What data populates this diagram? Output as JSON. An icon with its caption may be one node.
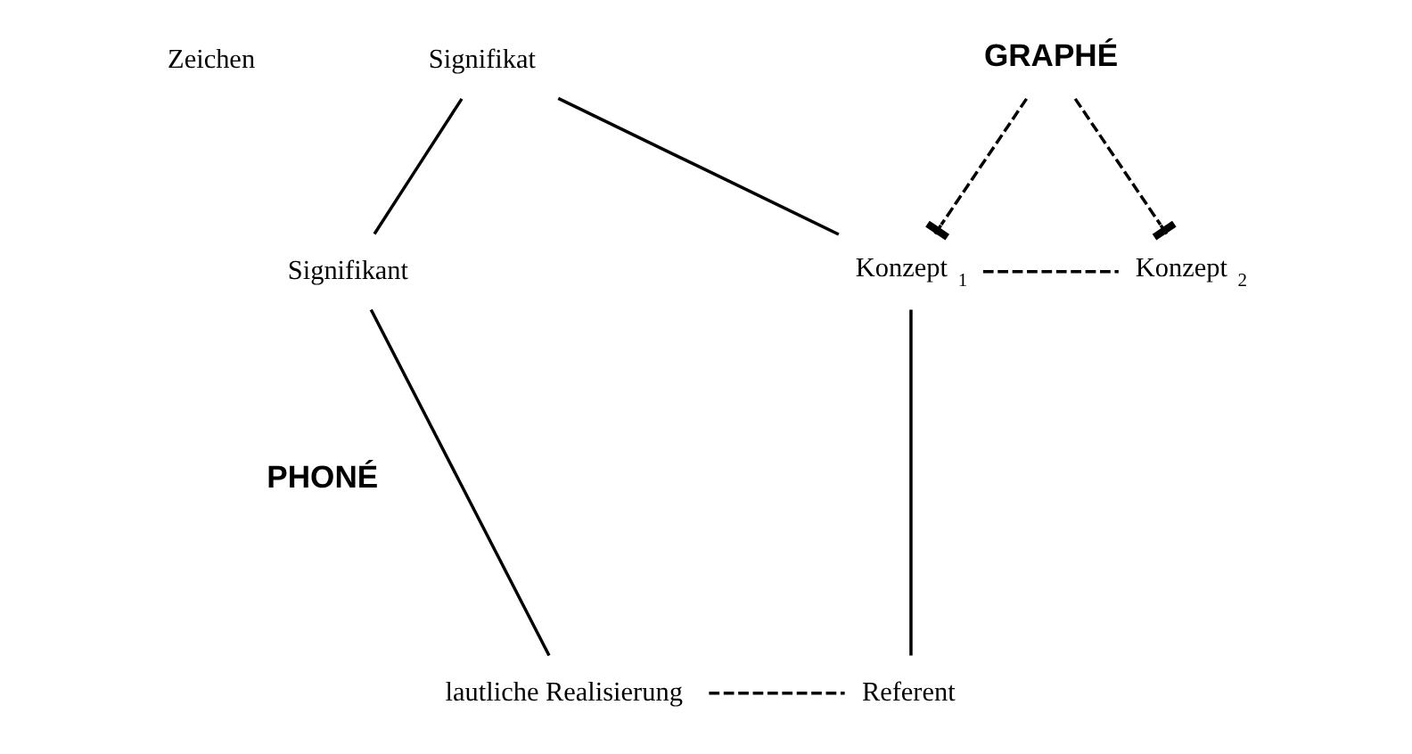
{
  "diagram": {
    "nodes": [
      {
        "text": [
          "Signifikat"
        ]
      },
      {
        "text": [
          "GRAPHÉ"
        ]
      },
      {
        "text": [
          "Signifikant"
        ]
      },
      {
        "text": [
          "Konzept $_{1}$"
        ]
      },
      {
        "text": [
          "Konzept $_{2}$"
        ]
      },
      {
        "text": [
          "lautliche Realisierung"
        ]
      },
      {
        "text": [
          "Referent"
        ]
      }
    ],
    "edges": [
      {
        "from": 2,
        "to": 0,
        "arrow": "none"
      },
      {
        "from": 0,
        "to": 3,
        "arrow": "none"
      },
      {
        "from": 1,
        "to": 3,
        "arrow": "other",
        "style": "dashed"
      },
      {
        "from": 1,
        "to": 4,
        "arrow": "other",
        "style": "dashed"
      },
      {
        "from": 3,
        "to": 4,
        "arrow": "none",
        "style": "dashed"
      },
      {
        "from": 2,
        "to": 5,
        "arrow": "none"
      },
      {
        "from": 3,
        "to": 6,
        "arrow": "none"
      },
      {
        "from": 5,
        "to": 6,
        "arrow": "none",
        "style": "dashed"
      }
    ],
    "labels": [
      "Zeichen",
      "PHONÉ"
    ]
  }
}
